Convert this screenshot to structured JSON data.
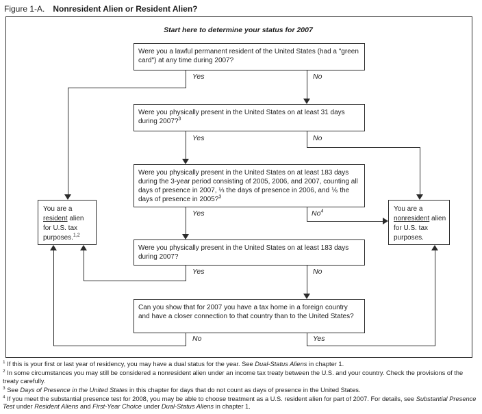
{
  "figure": {
    "label": "Figure 1-A.",
    "title": "Nonresident Alien or Resident Alien?"
  },
  "flowchart": {
    "start_text": "Start here to determine your status for 2007",
    "questions": [
      {
        "text": "Were you a lawful permanent resident of the United States (had a \"green card\") at any time during 2007?",
        "sup": ""
      },
      {
        "text": "Were you physically present in the United States on at least 31 days during 2007?",
        "sup": "3"
      },
      {
        "text": "Were you physically present in the United States on at least 183 days during the 3-year period consisting of 2005, 2006, and 2007, counting all days of presence in 2007, ⅓ the days of presence in 2006, and ⅙ the days of presence in 2005?",
        "sup": "3"
      },
      {
        "text": "Were you physically present in the United States on at least 183 days during 2007?",
        "sup": ""
      },
      {
        "text": "Can you show that for 2007 you have a tax home in a foreign country and have a closer connection to that country than to the United States?",
        "sup": ""
      }
    ],
    "results": {
      "resident": {
        "pre": "You are a ",
        "underlined": "resident",
        "post": " alien for U.S. tax purposes.",
        "sup": "1,2"
      },
      "nonresident": {
        "pre": "You are a ",
        "underlined": "nonresident",
        "post": " alien for U.S. tax purposes.",
        "sup": ""
      }
    },
    "edges": [
      {
        "name": "q1-yes",
        "label": "Yes",
        "sup": ""
      },
      {
        "name": "q1-no",
        "label": "No",
        "sup": ""
      },
      {
        "name": "q2-yes",
        "label": "Yes",
        "sup": ""
      },
      {
        "name": "q2-no",
        "label": "No",
        "sup": ""
      },
      {
        "name": "q3-yes",
        "label": "Yes",
        "sup": ""
      },
      {
        "name": "q3-no",
        "label": "No",
        "sup": "4"
      },
      {
        "name": "q4-yes",
        "label": "Yes",
        "sup": ""
      },
      {
        "name": "q4-no",
        "label": "No",
        "sup": ""
      },
      {
        "name": "q5-no",
        "label": "No",
        "sup": ""
      },
      {
        "name": "q5-yes",
        "label": "Yes",
        "sup": ""
      }
    ]
  },
  "footnotes": [
    {
      "num": "1",
      "parts": [
        "If this is your first or last year of residency, you may have a dual status for the year. See ",
        "Dual-Status Aliens",
        " in chapter 1."
      ]
    },
    {
      "num": "2",
      "parts": [
        "In some circumstances you may still be considered a nonresident alien under an income tax treaty between the U.S. and your country. Check the provisions of the treaty carefully."
      ]
    },
    {
      "num": "3",
      "parts": [
        "See ",
        "Days of Presence in the United States",
        " in this chapter for days that do not count as days of presence in the United States."
      ]
    },
    {
      "num": "4",
      "parts": [
        "If you meet the substantial presence test for 2008, you may be able to choose treatment as a U.S. resident alien for part of 2007. For details, see ",
        "Substantial Presence Test",
        " under ",
        "Resident Aliens",
        " and ",
        "First-Year Choice",
        " under ",
        "Dual-Status Aliens",
        " in chapter 1."
      ]
    }
  ]
}
